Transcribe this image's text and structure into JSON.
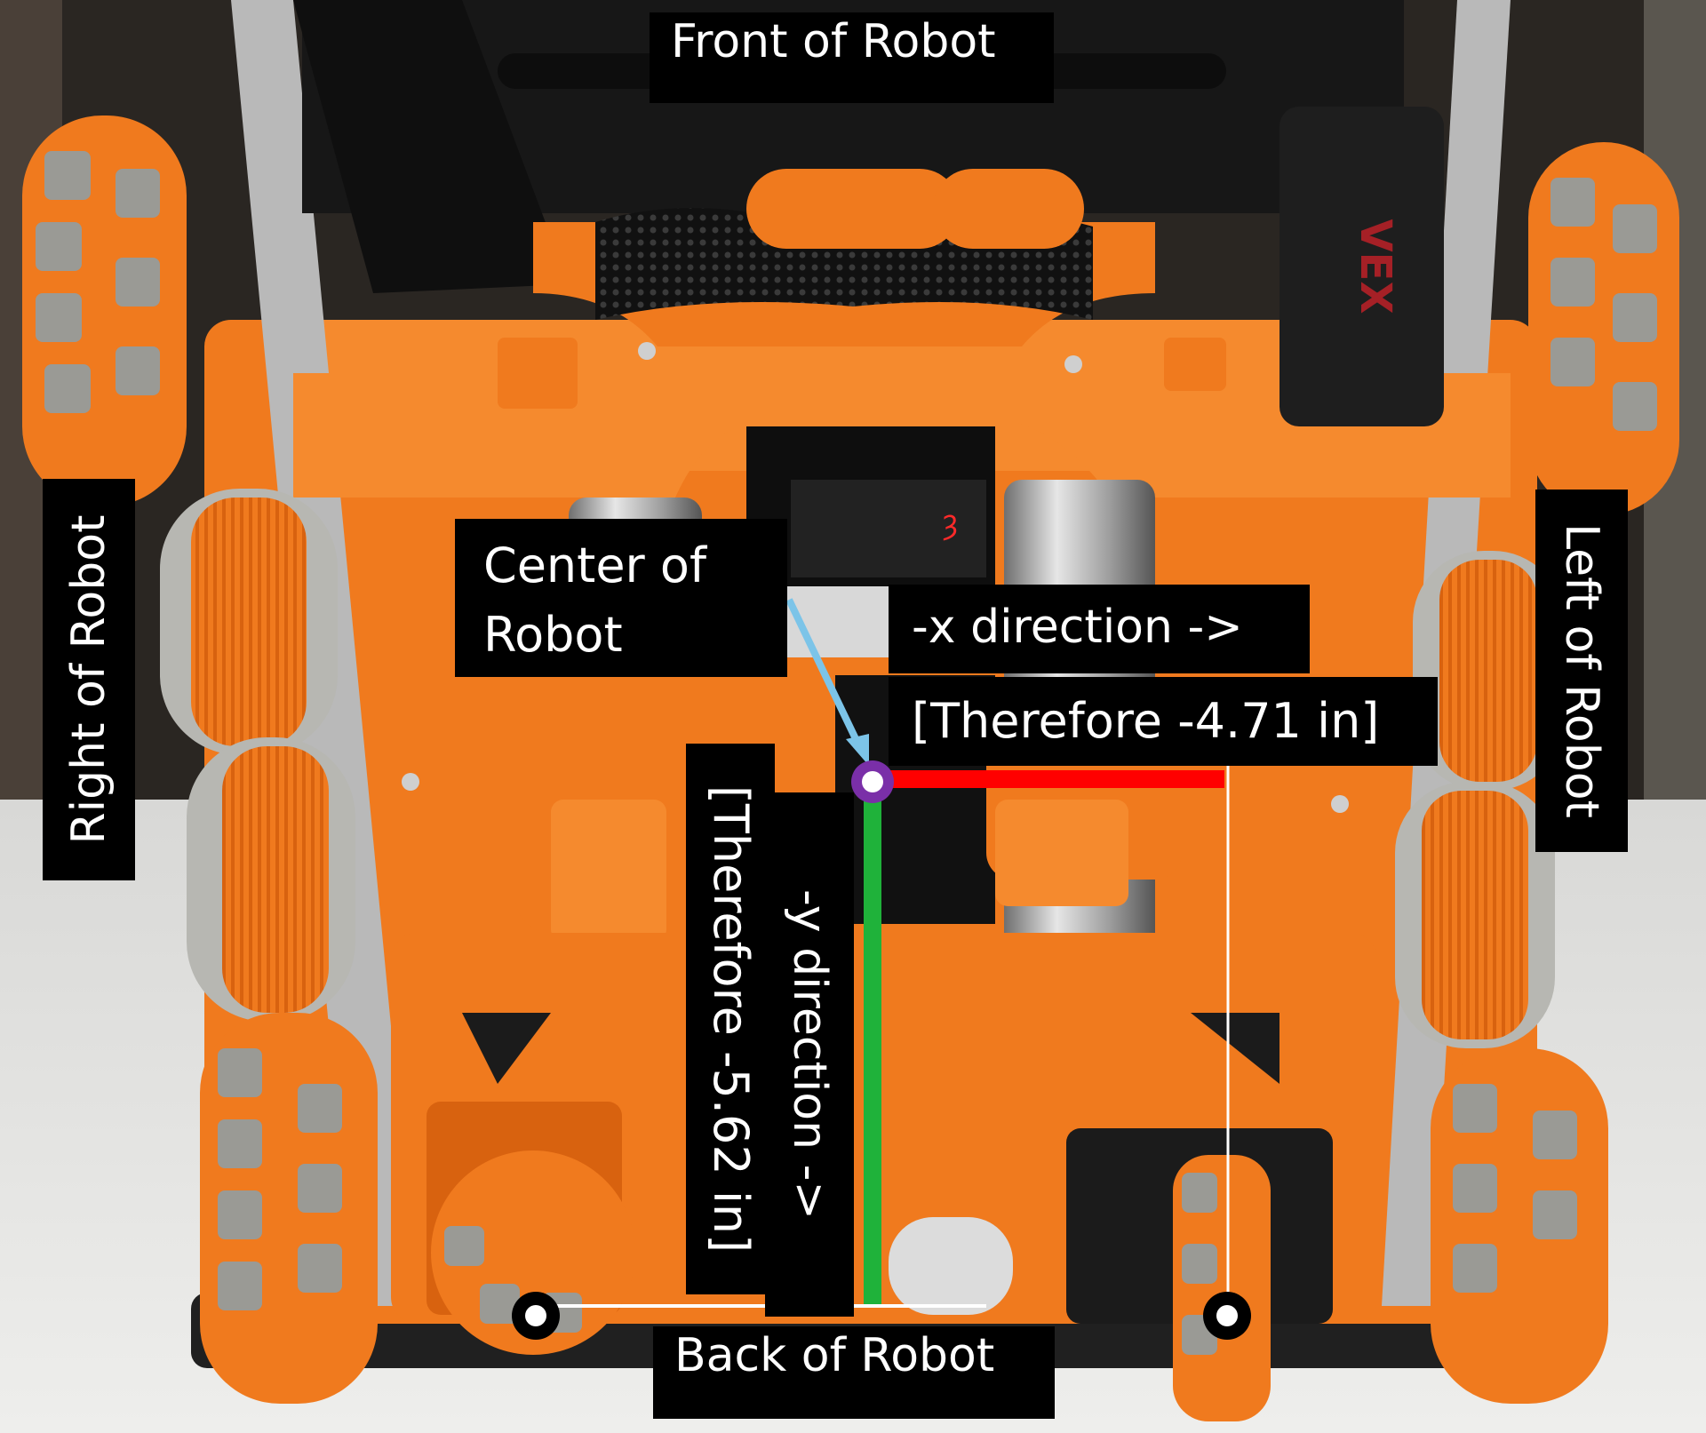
{
  "labels": {
    "front": "Front of Robot",
    "back": "Back of Robot",
    "right": "Right of Robot",
    "left": "Left of Robot",
    "center_line1": "Center of",
    "center_line2": "Robot",
    "x_direction": "-x direction ->",
    "x_value": "[Therefore -4.71 in]",
    "y_direction": "-y direction ->",
    "y_value": "[Therefore -5.62 in]"
  },
  "colors": {
    "robot_orange": "#f07a1e",
    "robot_orange_dark": "#c85a0c",
    "wheel_roller": "#9a9a95",
    "x_line": "#ff0000",
    "y_line": "#1fb23a",
    "center_marker": "#7a2fa8",
    "pointer_arrow": "#7cc4e8"
  },
  "brand_mark": "VEX"
}
